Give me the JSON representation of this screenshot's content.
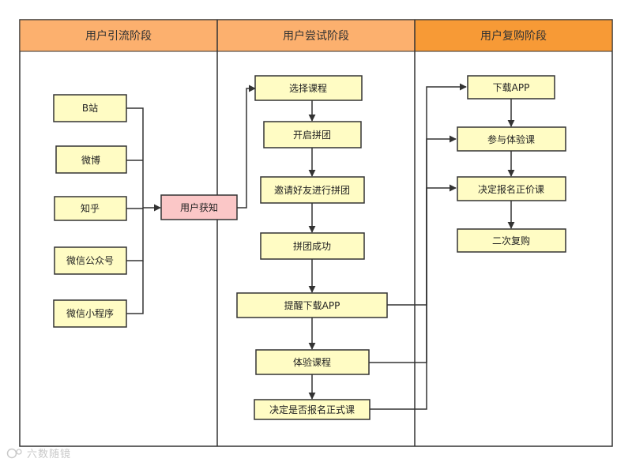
{
  "lanes": [
    {
      "title": "用户引流阶段",
      "color": "#fcb06e"
    },
    {
      "title": "用户尝试阶段",
      "color": "#fcb06e"
    },
    {
      "title": "用户复购阶段",
      "color": "#f79a36"
    }
  ],
  "colors": {
    "box_fill": "#fffcc4",
    "box_border": "#333333",
    "hub_fill": "#fbc7c7",
    "line": "#333333"
  },
  "stage1": {
    "sources": [
      "B站",
      "微博",
      "知乎",
      "微信公众号",
      "微信小程序"
    ],
    "hub": "用户获知"
  },
  "stage2": {
    "steps": [
      "选择课程",
      "开启拼团",
      "邀请好友进行拼团",
      "拼团成功",
      "提醒下载APP",
      "体验课程",
      "决定是否报名正式课"
    ]
  },
  "stage3": {
    "steps": [
      "下载APP",
      "参与体验课",
      "决定报名正价课",
      "二次复购"
    ]
  },
  "watermark": "六数随镜"
}
